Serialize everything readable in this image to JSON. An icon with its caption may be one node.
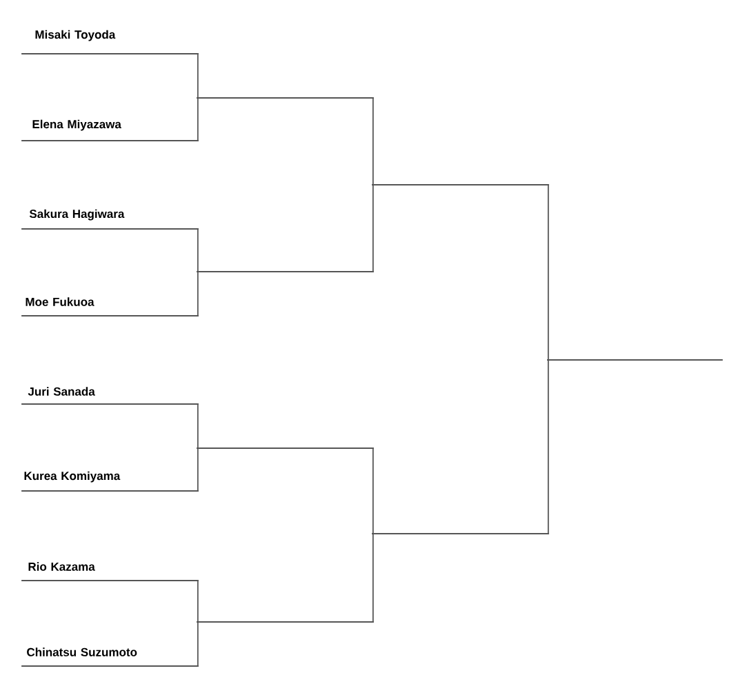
{
  "diagram": {
    "nodes": [
      {
        "text": [
          "Misaki Toyoda"
        ]
      },
      {
        "text": [
          "Elena Miyazawa"
        ]
      },
      {
        "text": [
          "Sakura Hagiwara"
        ]
      },
      {
        "text": [
          "Moe Fukuoa"
        ]
      },
      {
        "text": [
          "Juri Sanada"
        ]
      },
      {
        "text": [
          "Kurea Komiyama"
        ]
      },
      {
        "text": [
          "Rio Kazama"
        ]
      },
      {
        "text": [
          "Chinatsu Suzumoto"
        ]
      },
      {
        "text": [],
        "shape": "line"
      },
      {
        "text": [],
        "shape": "line"
      },
      {
        "text": [],
        "shape": "line"
      },
      {
        "text": [],
        "shape": "line"
      },
      {
        "text": [],
        "shape": "line"
      },
      {
        "text": [],
        "shape": "line"
      },
      {
        "text": [],
        "shape": "line"
      }
    ],
    "edges": [
      {
        "from": 0,
        "to": 8,
        "arrow": "none"
      },
      {
        "from": 1,
        "to": 8,
        "arrow": "none"
      },
      {
        "from": 2,
        "to": 9,
        "arrow": "none"
      },
      {
        "from": 3,
        "to": 9,
        "arrow": "none"
      },
      {
        "from": 4,
        "to": 10,
        "arrow": "none"
      },
      {
        "from": 5,
        "to": 10,
        "arrow": "none"
      },
      {
        "from": 6,
        "to": 11,
        "arrow": "none"
      },
      {
        "from": 7,
        "to": 11,
        "arrow": "none"
      },
      {
        "from": 8,
        "to": 12,
        "arrow": "none"
      },
      {
        "from": 9,
        "to": 12,
        "arrow": "none"
      },
      {
        "from": 10,
        "to": 13,
        "arrow": "none"
      },
      {
        "from": 11,
        "to": 13,
        "arrow": "none"
      },
      {
        "from": 12,
        "to": 14,
        "arrow": "none"
      },
      {
        "from": 13,
        "to": 14,
        "arrow": "none"
      }
    ]
  }
}
